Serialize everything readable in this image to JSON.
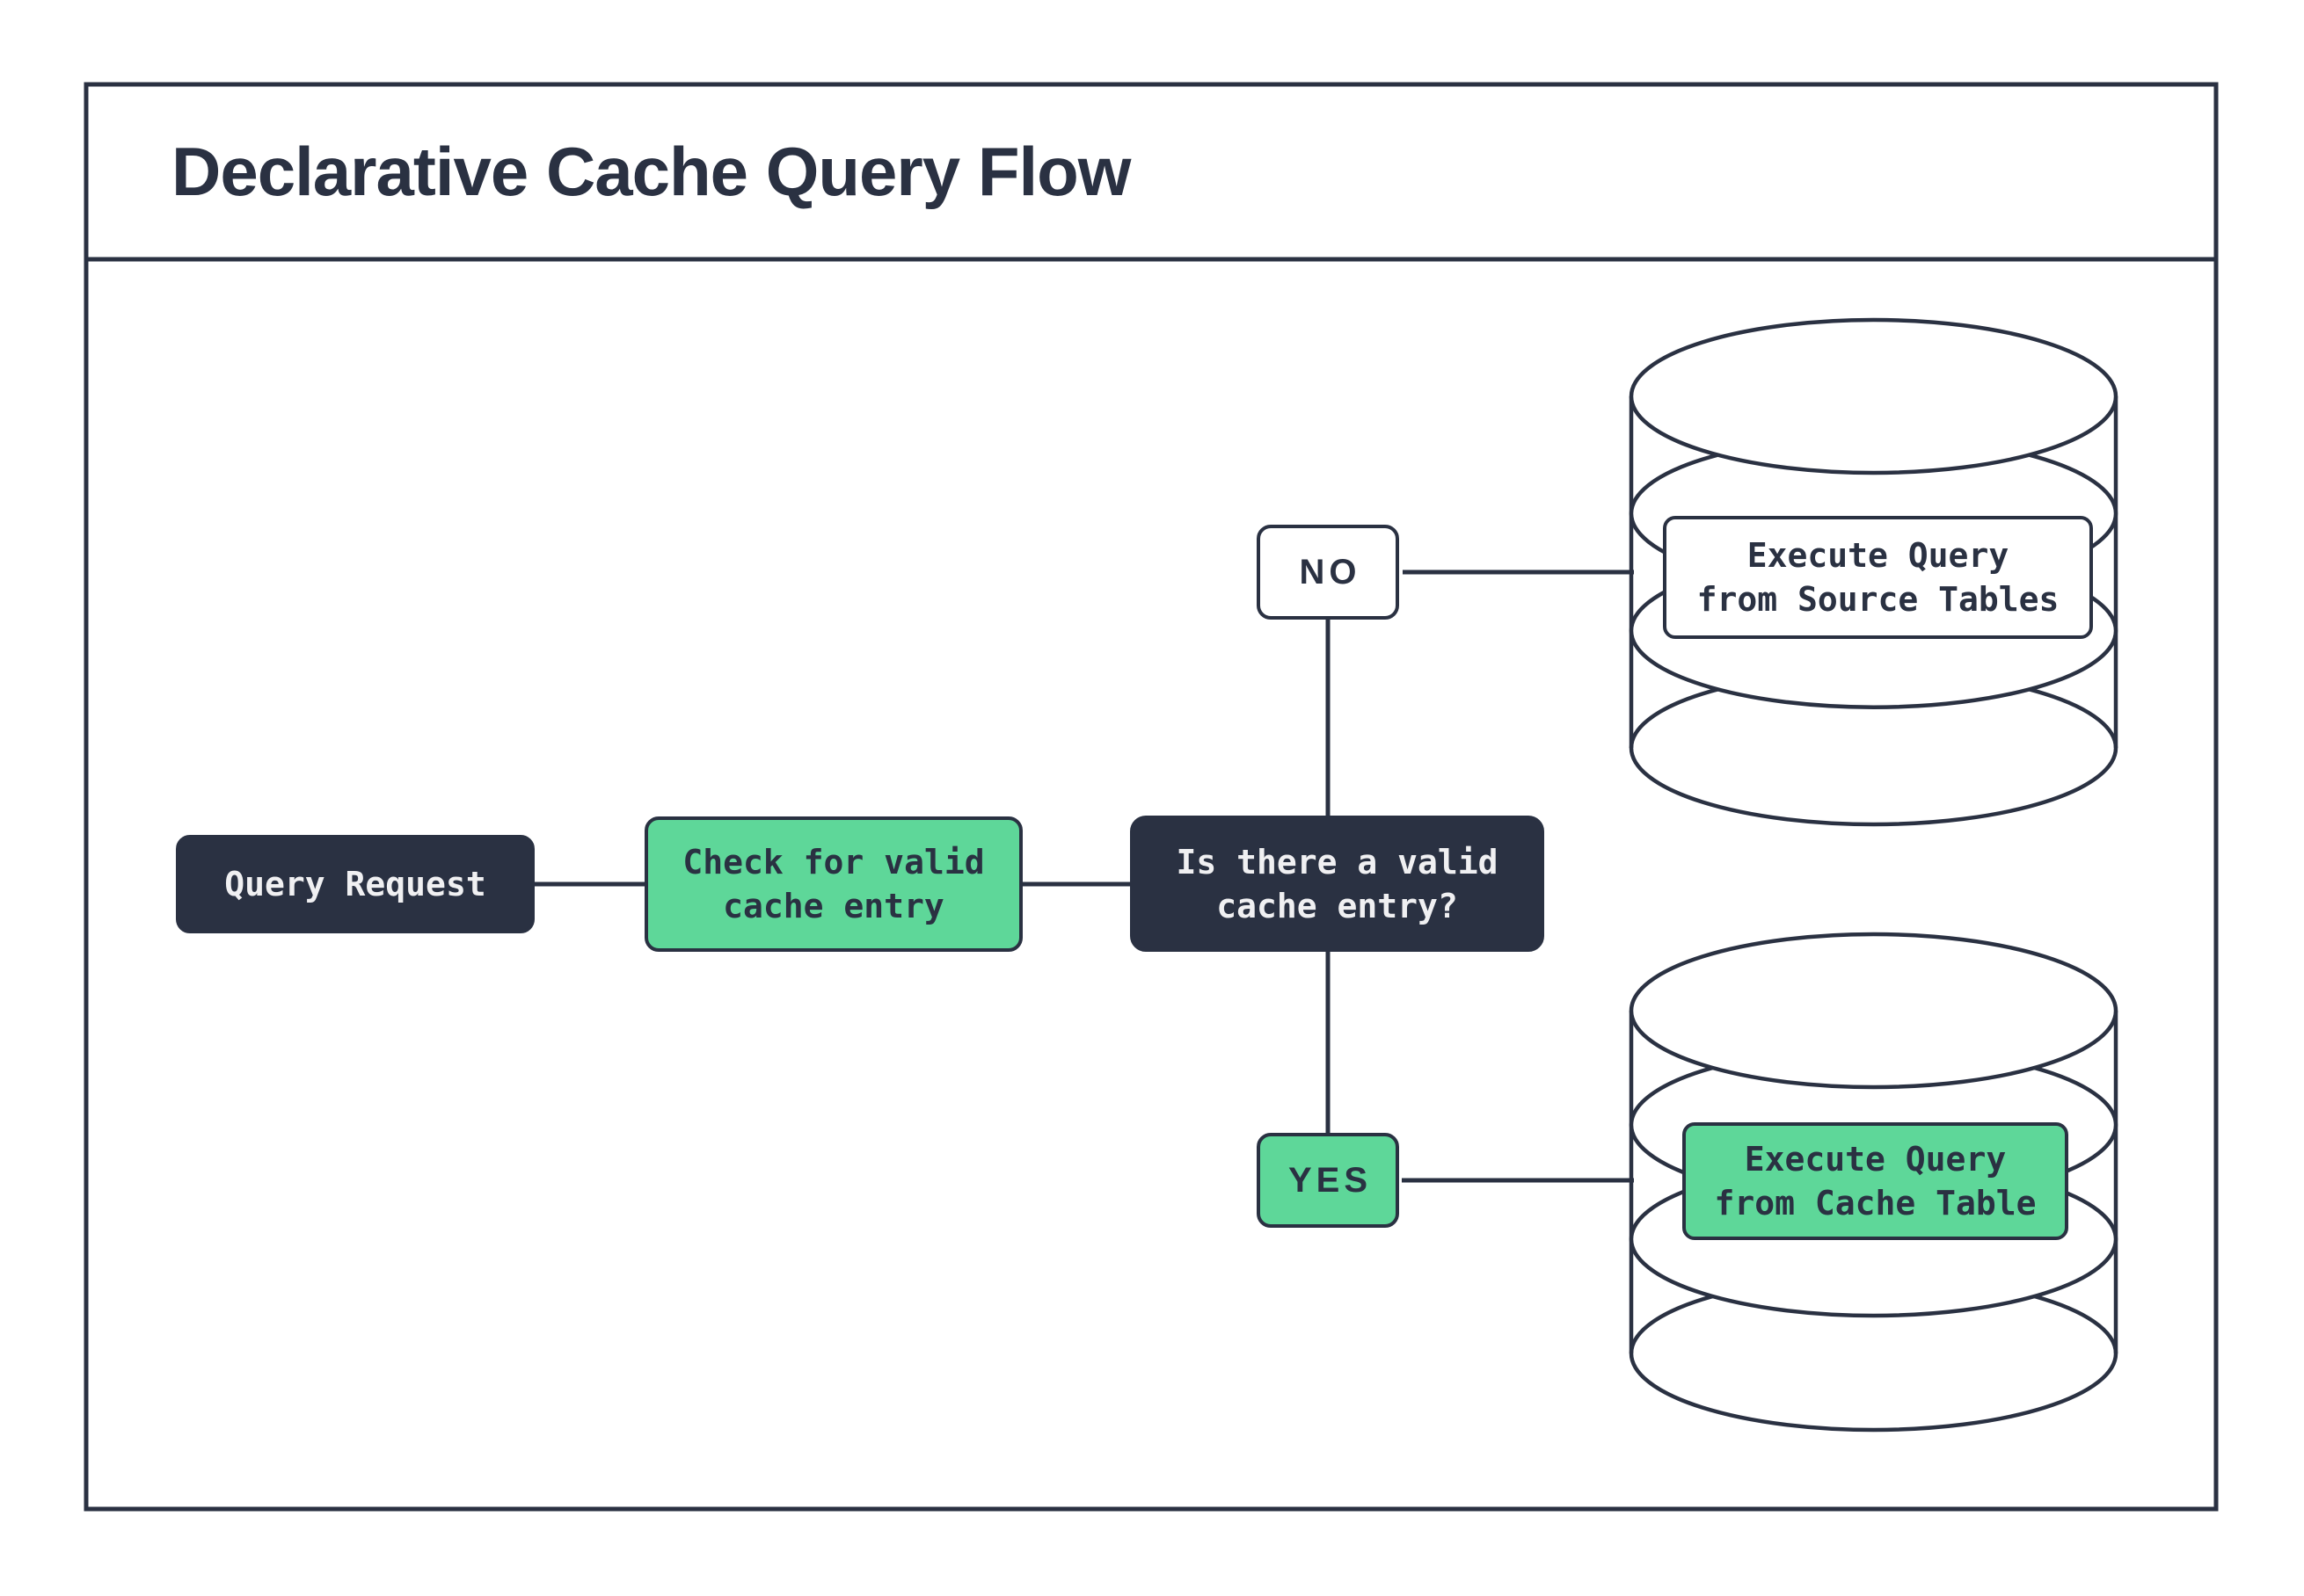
{
  "title": "Declarative Cache Query Flow",
  "flow": {
    "query_request": {
      "label": "Query Request"
    },
    "check_cache": {
      "label": "Check for valid\ncache entry"
    },
    "decision": {
      "label": "Is there a valid\ncache entry?"
    },
    "branch_no": {
      "label": "NO"
    },
    "branch_yes": {
      "label": "YES"
    },
    "source_db_action": {
      "label": "Execute Query\nfrom Source Tables"
    },
    "cache_db_action": {
      "label": "Execute Query\nfrom Cache Table"
    }
  },
  "colors": {
    "ink": "#2a3142",
    "green": "#5ed799",
    "surface": "#ffffff",
    "dark_text": "#f0f0f2"
  }
}
